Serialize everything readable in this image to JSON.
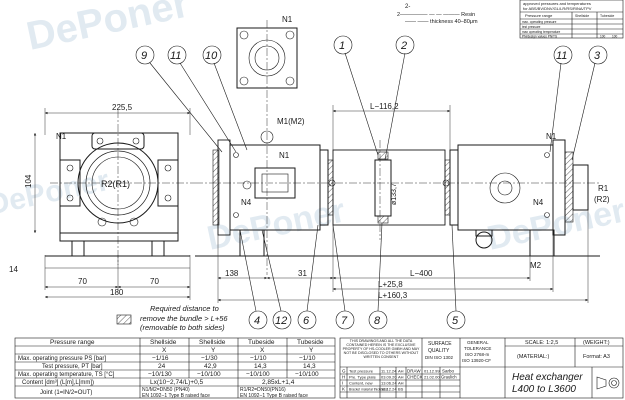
{
  "notes": {
    "top_right_line1": "2-",
    "top_right_line2": "2————— — — ——— Resin",
    "top_right_line3": "—— —— thickness 40–80μm"
  },
  "approval_box": {
    "line1": "approved pressures and temperatures",
    "line2": "for ABS/BV/DNV/GL/LR/RS/RINA/TPV",
    "header_range": "Pressure range",
    "header_shell": "Shellside",
    "header_tube": "Tubeside",
    "rows": [
      [
        "max. operating pressure",
        "",
        ""
      ],
      [
        "test pressure",
        "",
        ""
      ],
      [
        "max operating temperature",
        "",
        ""
      ],
      [
        "PN/design values PN/TS",
        "100",
        "100"
      ]
    ]
  },
  "callouts": [
    "9",
    "11",
    "10",
    "1",
    "2",
    "11",
    "3",
    "4",
    "12",
    "6",
    "7",
    "8",
    "5"
  ],
  "labels": {
    "n1_top": "N1",
    "n1_left": "N1",
    "n1_mid": "N1",
    "n1_right": "N1",
    "n4_left": "N4",
    "n4_right": "N4",
    "m1m2": "M1(M2)",
    "m2": "M2",
    "r2r1": "R2(R1)",
    "r1": "R1",
    "r2": "(R2)",
    "dia": "ø133,7"
  },
  "dims": {
    "d225": "225,5",
    "d104": "104",
    "d70a": "70",
    "d70b": "70",
    "d180": "180",
    "d138": "138",
    "d31": "31",
    "dL116": "L−116,2",
    "dL400": "L−400",
    "dL258": "L+25,8",
    "dL1603": "L+160,3",
    "d14": "14"
  },
  "removal_note": {
    "line1": "Required distance to",
    "line2": "remove the bundle > L+56",
    "line3": "(removable to both sides)"
  },
  "pressure_table": {
    "headers": [
      "Pressure range",
      "Shellside",
      "Shellside",
      "Tubeside",
      "Tubeside"
    ],
    "subheaders": [
      "",
      "X",
      "Y",
      "X",
      "Y"
    ],
    "rows": [
      [
        "Max. operating pressure PS [bar]",
        "−1/16",
        "−1/30",
        "−1/10",
        "−1/10"
      ],
      [
        "Test pressure, PT [bar]",
        "24",
        "42,9",
        "14,3",
        "14,3"
      ],
      [
        "Max. operating temperature, TS [°C]",
        "−10/130",
        "−10/100",
        "−10/100",
        "−10/100"
      ],
      [
        "Content [dm³] (L[m],L[mm])",
        "Lx(10−2,74/L)+0,5",
        "",
        "2,85xL+1,4",
        ""
      ],
      [
        "Joint (1=IN/2=OUT)",
        "N1/M2=DN50 (PN40)\nEN 1092−1 Type B raised face",
        "",
        "R1/R2=DN50(PN16)\nEN 1092−1 Type B raised face",
        ""
      ]
    ]
  },
  "disclaimer": "THIS DRAWINGS AND ALL THE DATA CONTAINED HEREIN IS THE EXCLUSIVE PROPERTY OF HS-COOLER GMBH AND MAY NOT BE DISCLOSED TO OTHERS WITHOUT WRITTEN CONSENT",
  "surface": {
    "line1": "SURFACE",
    "line2": "QUALITY",
    "line3": "DIN ISO 1302"
  },
  "tolerance": {
    "line1": "GENERAL",
    "line2": "TOLERANCE",
    "line3": "ISO 2768-m",
    "line4": "ISO 13920-CF"
  },
  "scale": "SCALE: 1:2,5",
  "weight": "(WEIGHT:)",
  "material": "(MATERIAL:)",
  "format": "Format: A3",
  "revisions": [
    [
      "G",
      "Test pressure",
      "11.12.24",
      "AH",
      "DRAW",
      "01.12.99",
      "Sarbo"
    ],
    [
      "H",
      "Pre. Type plate",
      "03.09.20",
      "AH",
      "CHECK",
      "21.02.00",
      "Graulich"
    ],
    [
      "I",
      "Content, new",
      "13.06.24",
      "AH",
      "",
      "",
      ""
    ],
    [
      "K",
      "Bracket material thickness",
      "18.12.24",
      "BS",
      "",
      "",
      ""
    ]
  ],
  "title": {
    "line1": "Heat exchanger",
    "line2": "L400 to L3600"
  },
  "watermark": "DePoner"
}
